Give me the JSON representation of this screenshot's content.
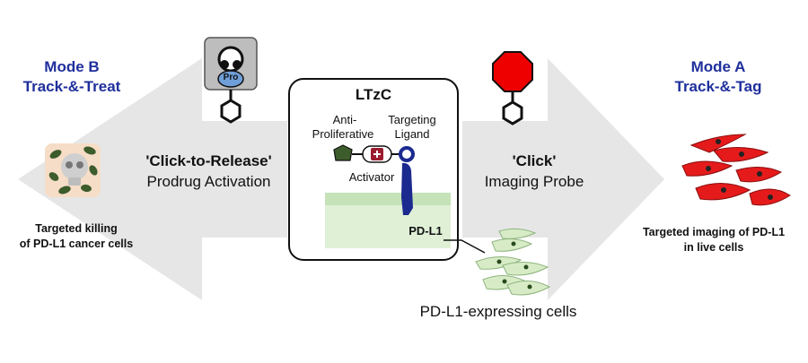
{
  "mode_b": {
    "title": "Mode B",
    "subtitle": "Track-&-Treat"
  },
  "mode_a": {
    "title": "Mode A",
    "subtitle": "Track-&-Tag"
  },
  "left_arrow": {
    "title": "'Click-to-Release'",
    "subtitle": "Prodrug Activation"
  },
  "right_arrow": {
    "title": "'Click'",
    "subtitle": "Imaging Probe"
  },
  "prodrug_label": "Pro",
  "ltzc": {
    "title": "LTzC",
    "anti_line1": "Anti-",
    "anti_line2": "Proliferative",
    "targeting_line1": "Targeting",
    "targeting_line2": "Ligand",
    "activator": "Activator",
    "pdl1": "PD-L1"
  },
  "left_caption": {
    "line1": "Targeted killing",
    "line2": "of PD-L1 cancer cells"
  },
  "right_caption": {
    "line1": "Targeted imaging of PD-L1",
    "line2": "in live cells"
  },
  "bottom_caption": "PD-L1-expressing cells",
  "colors": {
    "mode_title": "#1f2f9c",
    "arrow": "#e6e6e6",
    "probe": "#ee0000",
    "prodrug_box": "#bdbdbd",
    "prodrug_fill": "#6f9fd8",
    "drug": "#3d5c2b",
    "ligand": "#1b2a8f",
    "activator_mark": "#9b1c2e",
    "membrane": "#dff0d6",
    "membrane_band": "#c5e2b8",
    "red_cells": "#e51b1b",
    "green_cells": "#d7ecc6"
  }
}
